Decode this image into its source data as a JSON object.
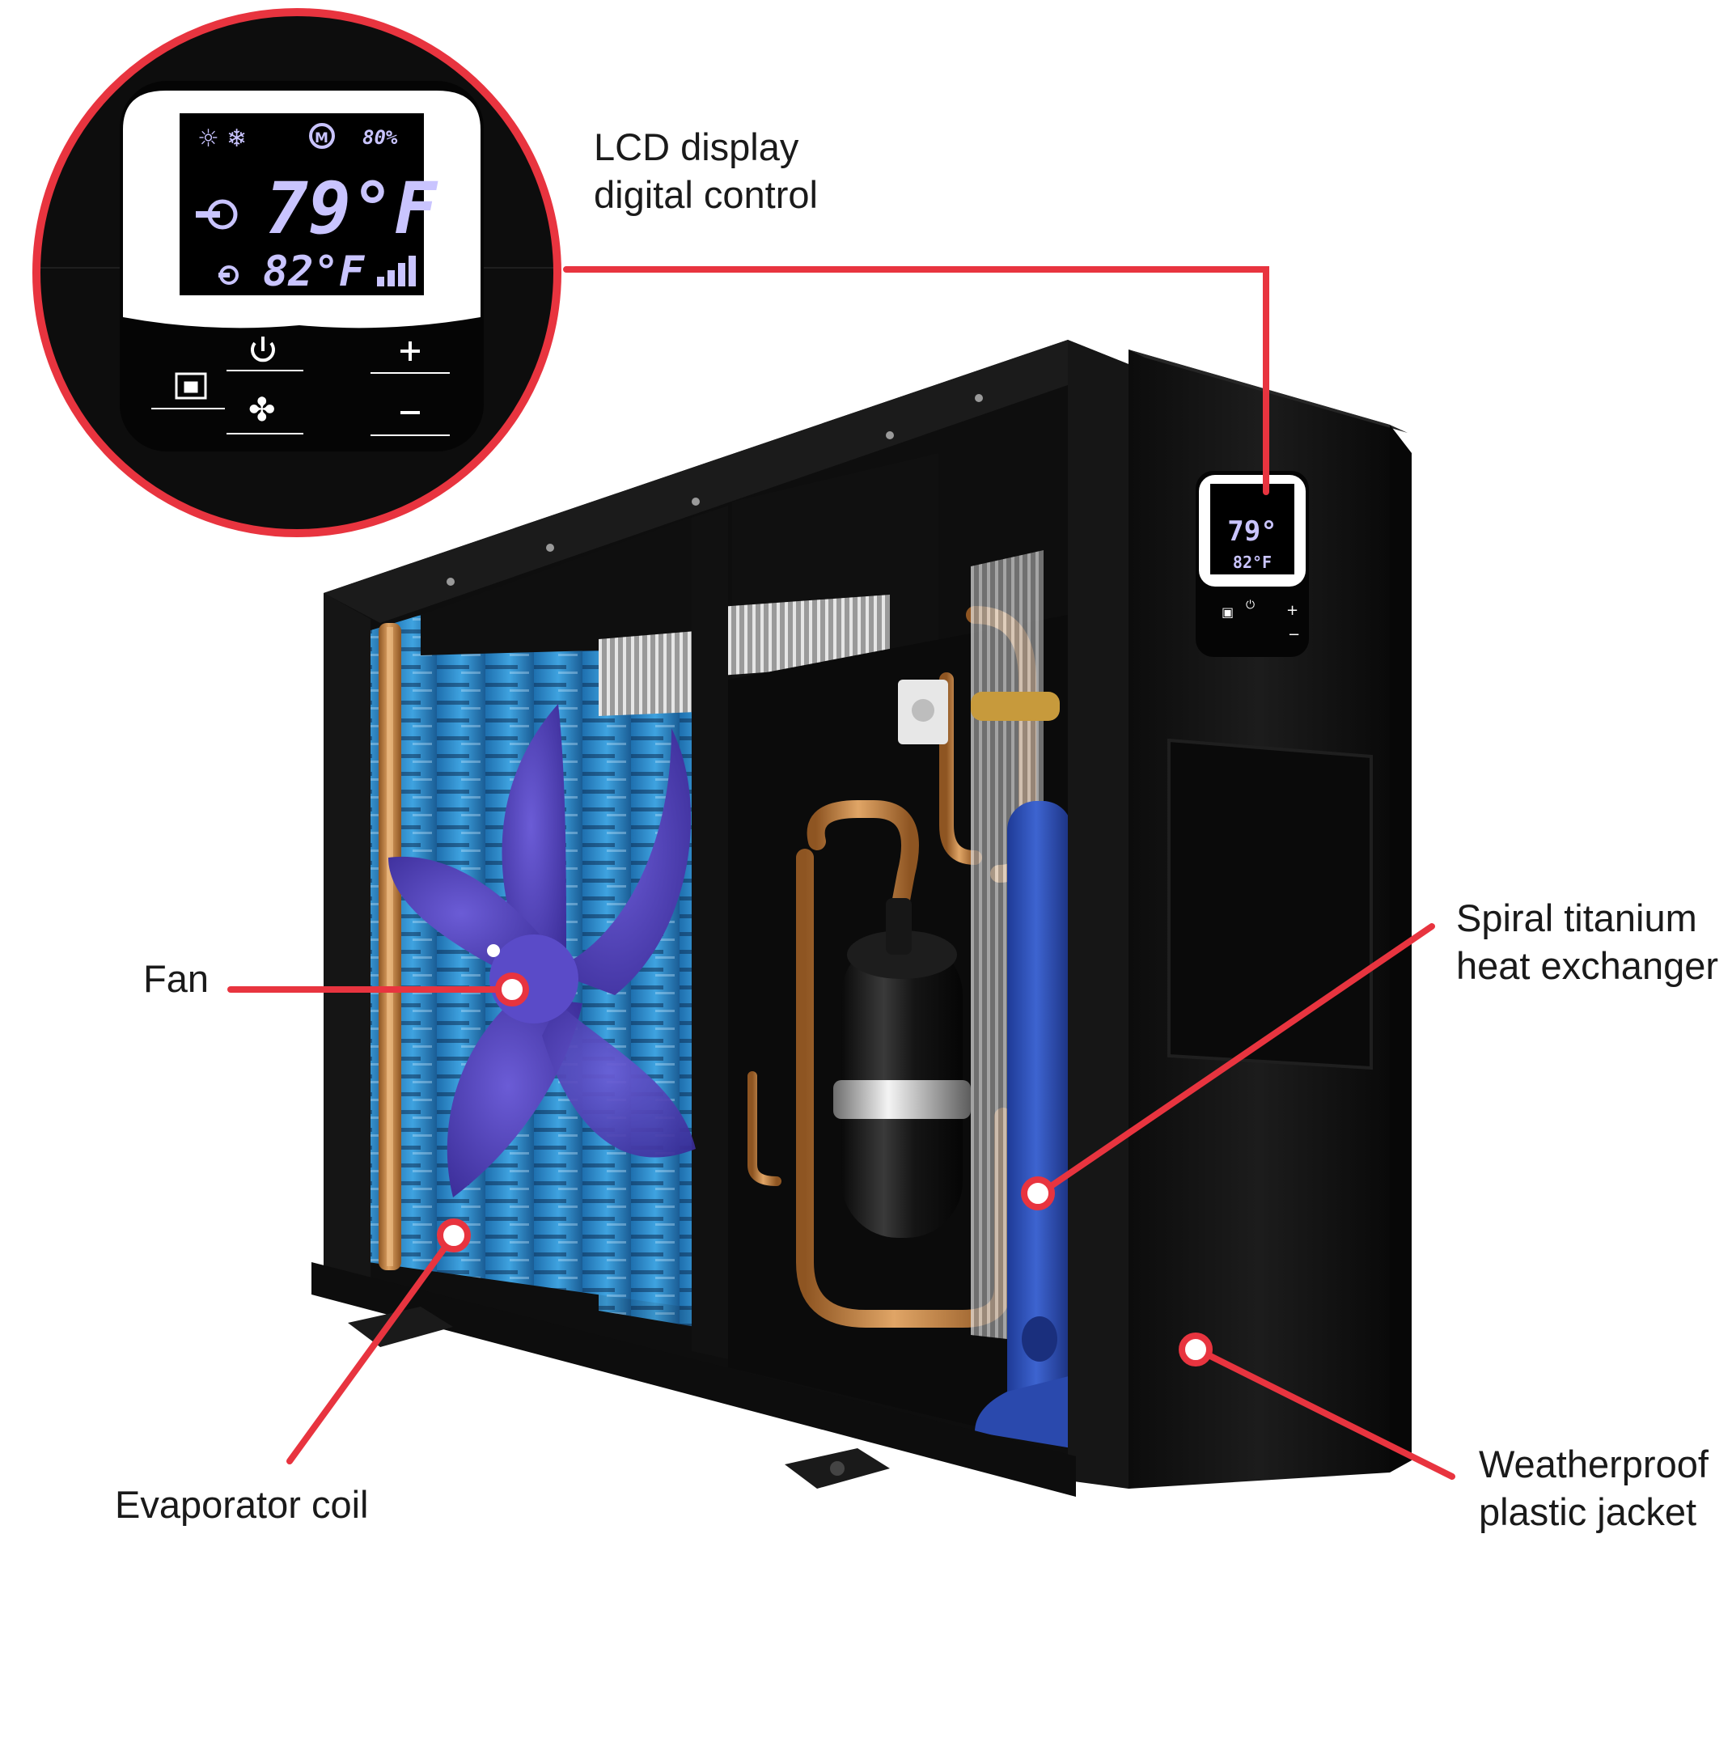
{
  "callouts": {
    "lcd": {
      "line1": "LCD display",
      "line2": "digital control"
    },
    "fan": {
      "line1": "Fan"
    },
    "evaporator": {
      "line1": "Evaporator coil"
    },
    "spiral": {
      "line1": "Spiral titanium",
      "line2": "heat exchanger"
    },
    "jacket": {
      "line1": "Weatherproof",
      "line2": "plastic jacket"
    }
  },
  "display": {
    "humidity": "80%",
    "set_temp": "79°F",
    "water_temp": "82°F"
  },
  "colors": {
    "accent_red": "#e8343f",
    "unit_black": "#141414",
    "coil_blue": "#2f8fd0",
    "fan_purple": "#4f3fb0",
    "copper": "#c9853f",
    "exchanger_blue": "#2f55c0",
    "lcd_glow": "#c9c4ff"
  },
  "icons": [
    "sun-icon",
    "snowflake-icon",
    "mode-icon",
    "power-icon",
    "plus-icon",
    "minus-icon",
    "lock-icon",
    "fan-icon",
    "signal-icon",
    "inlet-icon"
  ]
}
